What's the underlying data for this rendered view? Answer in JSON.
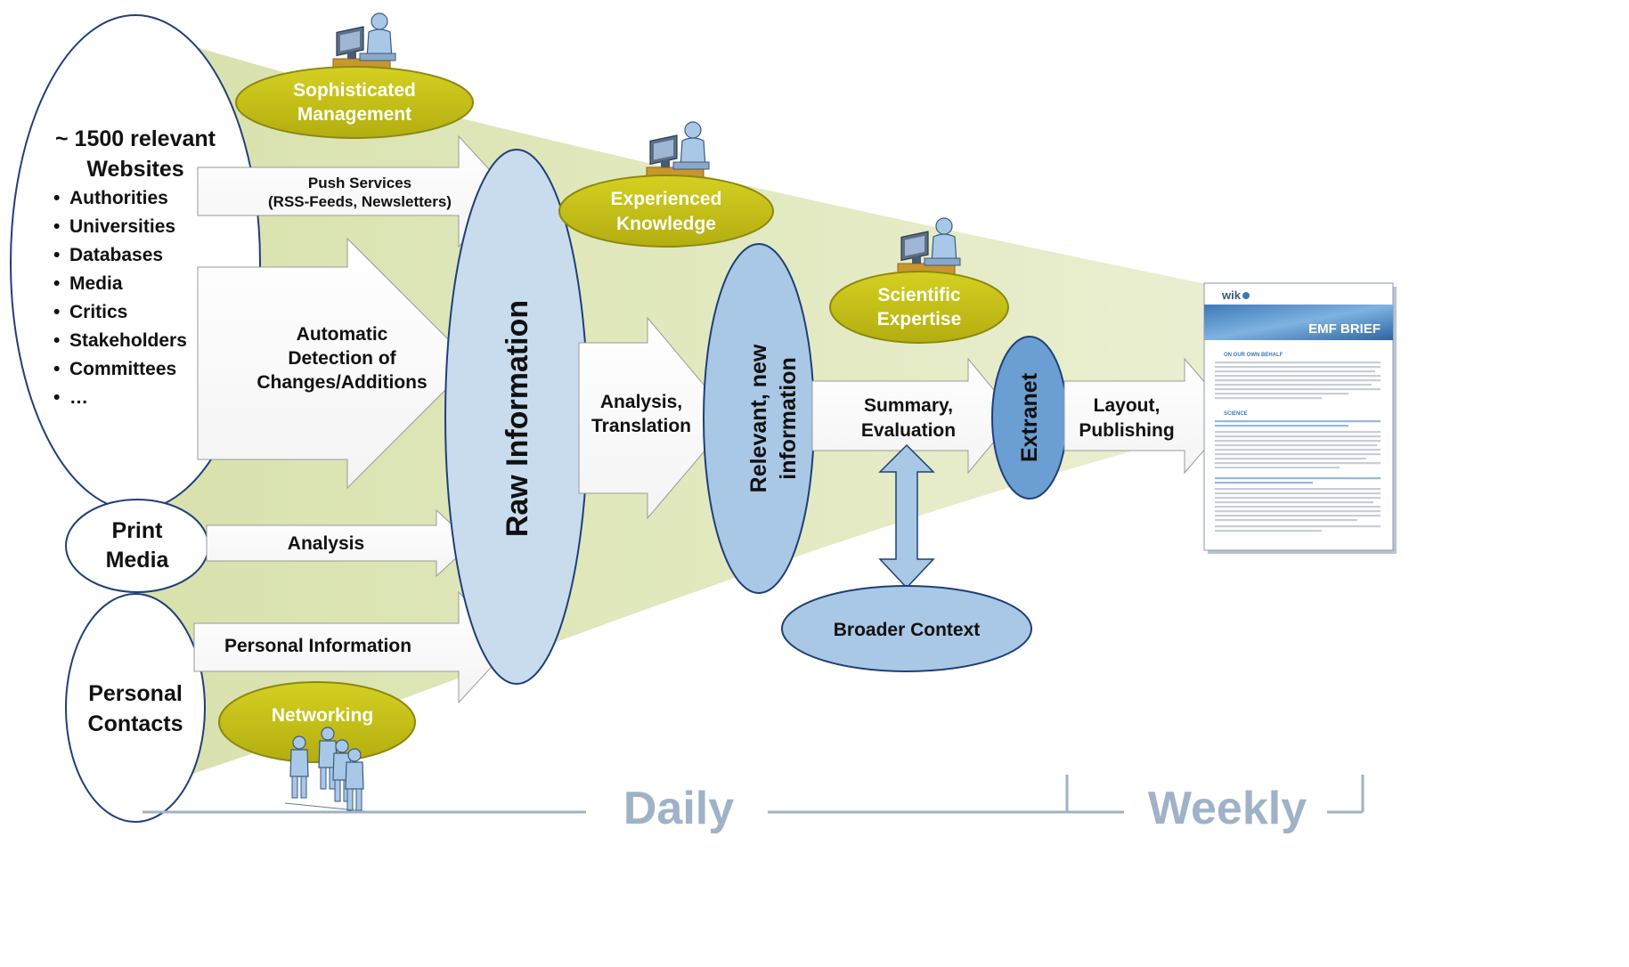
{
  "colors": {
    "funnel": "#dde6b5",
    "olive": "#c8c41a",
    "olive_dark": "#9a9614",
    "raw_fill": "#c8dcee",
    "oval_blue": "#a9c8e5",
    "extranet": "#6b9ed2",
    "stroke": "#1f3f78",
    "timeline": "#9fb2c7"
  },
  "sources": {
    "websites": {
      "title_line1": "~ 1500 relevant",
      "title_line2": "Websites",
      "items": [
        "Authorities",
        "Universities",
        "Databases",
        "Media",
        "Critics",
        "Stakeholders",
        "Committees",
        "…"
      ]
    },
    "print_media": {
      "line1": "Print",
      "line2": "Media"
    },
    "personal_contacts": {
      "line1": "Personal",
      "line2": "Contacts"
    }
  },
  "arrows": {
    "push_services": {
      "line1": "Push Services",
      "line2": "(RSS-Feeds, Newsletters)"
    },
    "automatic_detection": {
      "line1": "Automatic",
      "line2": "Detection of",
      "line3": "Changes/Additions"
    },
    "analysis": "Analysis",
    "personal_information": "Personal Information",
    "analysis_translation": {
      "line1": "Analysis,",
      "line2": "Translation"
    },
    "summary_evaluation": {
      "line1": "Summary,",
      "line2": "Evaluation"
    },
    "layout_publishing": {
      "line1": "Layout,",
      "line2": "Publishing"
    }
  },
  "stages": {
    "raw_information": "Raw Information",
    "relevant_new": {
      "line1": "Relevant, new",
      "line2": "information"
    },
    "extranet": "Extranet",
    "broader_context": "Broader Context"
  },
  "resources": {
    "sophisticated_management": {
      "line1": "Sophisticated",
      "line2": "Management"
    },
    "experienced_knowledge": {
      "line1": "Experienced",
      "line2": "Knowledge"
    },
    "scientific_expertise": {
      "line1": "Scientific",
      "line2": "Expertise"
    },
    "networking": "Networking"
  },
  "timeline": {
    "daily": "Daily",
    "weekly": "Weekly"
  },
  "brief": {
    "logo": "wik",
    "title": "EMF BRIEF",
    "section1": "ON OUR OWN BEHALF",
    "section2": "SCIENCE"
  }
}
